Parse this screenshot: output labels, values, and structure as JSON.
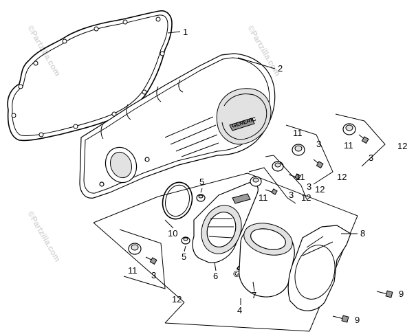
{
  "watermark": "©Partzilla.com",
  "cover_brand": "GENERIC",
  "callouts": {
    "gasket": "1",
    "crankcase_cover": "2",
    "inner_cover": "4",
    "bushing_right": "5",
    "bushing_left": "5",
    "intake_duct": "6",
    "filter_element": "7",
    "outer_cover": "8",
    "bolt_upper": "9",
    "bolt_lower": "9",
    "o_ring": "10",
    "mount_a_grommet": "11",
    "mount_a_collar": "3",
    "mount_a_bolt": "12",
    "mount_b_grommet": "11",
    "mount_b_collar": "3",
    "mount_b_bolt": "12",
    "mount_c_grommet": "11",
    "mount_c_collar": "3",
    "mount_c_bolt": "12",
    "mount_d_grommet": "11",
    "mount_d_collar": "3",
    "mount_d_bolt": "12"
  }
}
